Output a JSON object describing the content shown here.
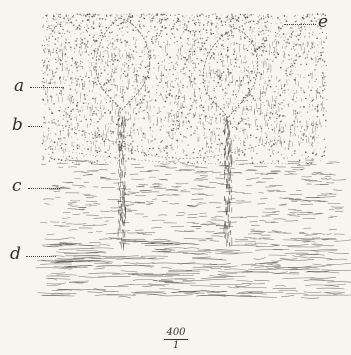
{
  "labels": {
    "a": "a",
    "b": "b",
    "c": "c",
    "d": "d",
    "e": "e"
  },
  "magnification": {
    "numerator": "400",
    "denominator": "1"
  },
  "colors": {
    "paper": "#f6f5ee",
    "ink": "#2e2e2e"
  }
}
